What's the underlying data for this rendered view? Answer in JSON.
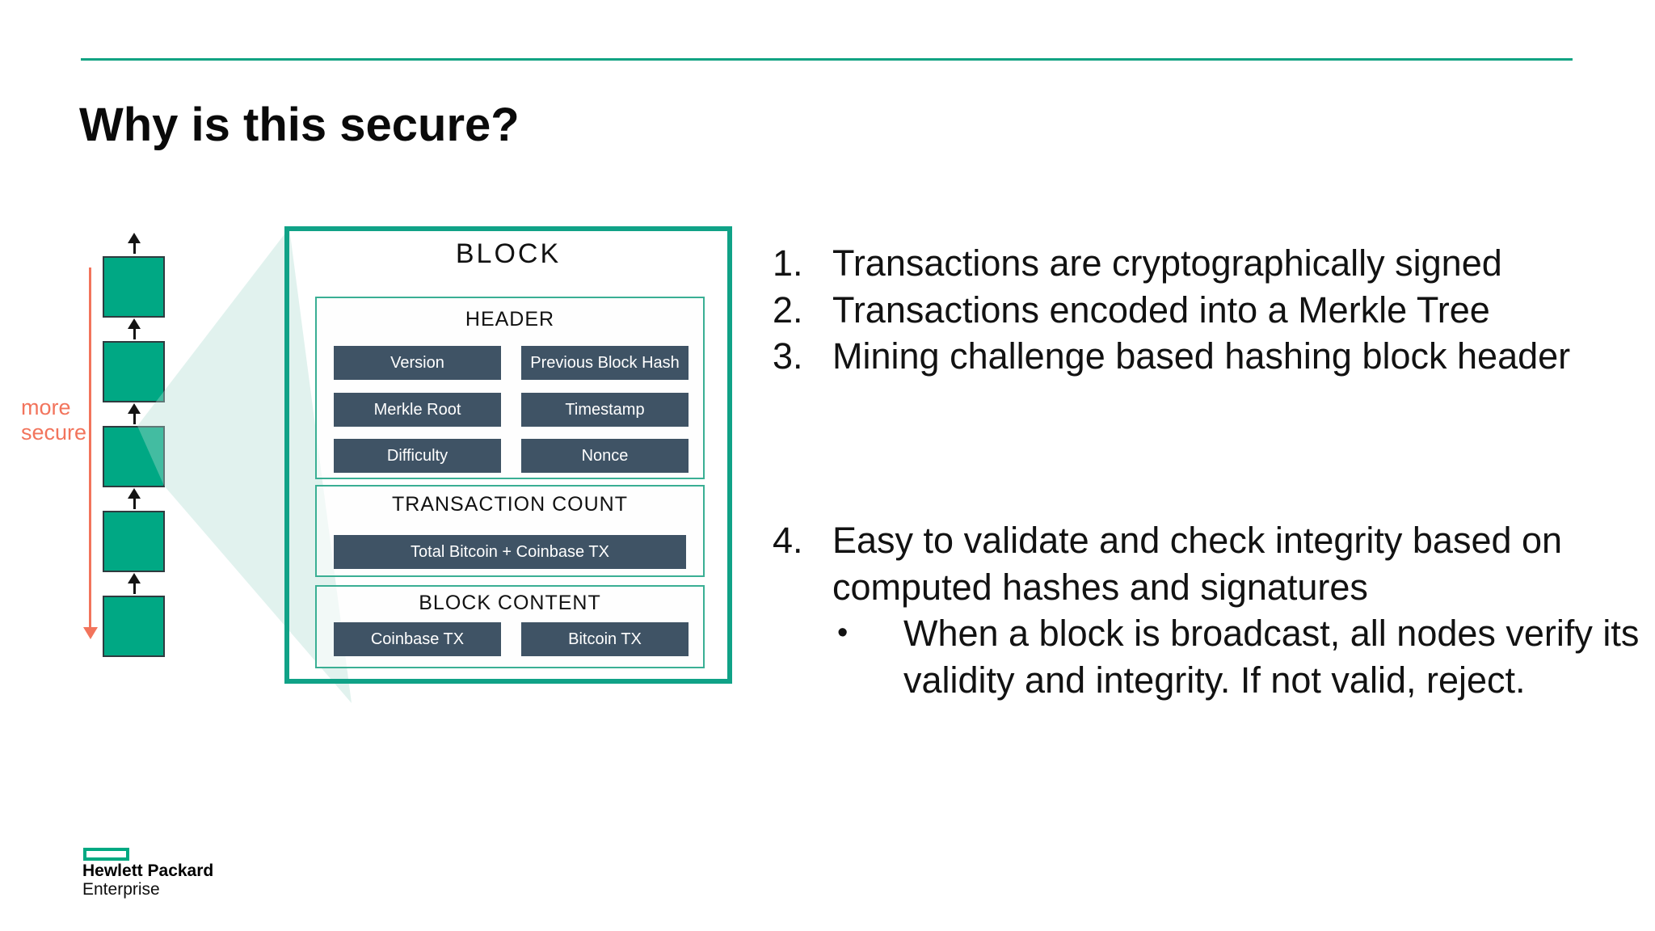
{
  "slide": {
    "title": "Why is this secure?"
  },
  "chain": {
    "more_secure_label": "more\nsecure",
    "block_count": 5
  },
  "block_diagram": {
    "title": "BLOCK",
    "header": {
      "title": "HEADER",
      "fields": [
        "Version",
        "Previous Block Hash",
        "Merkle Root",
        "Timestamp",
        "Difficulty",
        "Nonce"
      ]
    },
    "transaction_count": {
      "title": "TRANSACTION COUNT",
      "fields": [
        "Total Bitcoin + Coinbase TX"
      ]
    },
    "block_content": {
      "title": "BLOCK CONTENT",
      "fields": [
        "Coinbase TX",
        "Bitcoin TX"
      ]
    }
  },
  "points": {
    "items": [
      {
        "number": "1.",
        "text": "Transactions are cryptographically signed"
      },
      {
        "number": "2.",
        "text": "Transactions encoded into a Merkle Tree"
      },
      {
        "number": "3.",
        "text": "Mining challenge based hashing block header"
      },
      {
        "number": "4.",
        "text": "Easy to validate and check integrity based on computed hashes and signatures",
        "sub_bullet": {
          "marker": "•",
          "text": "When a block is broadcast, all nodes verify its validity and integrity. If not valid, reject."
        }
      }
    ]
  },
  "footer": {
    "brand_line1": "Hewlett Packard",
    "brand_line2": "Enterprise"
  },
  "colors": {
    "teal": "#12a383",
    "teal-border": "#10a287",
    "teal-thin": "#3aaf94",
    "green": "#00a884",
    "slate": "#3f5365",
    "salmon": "#f2745c",
    "hpe-green": "#00a982"
  }
}
